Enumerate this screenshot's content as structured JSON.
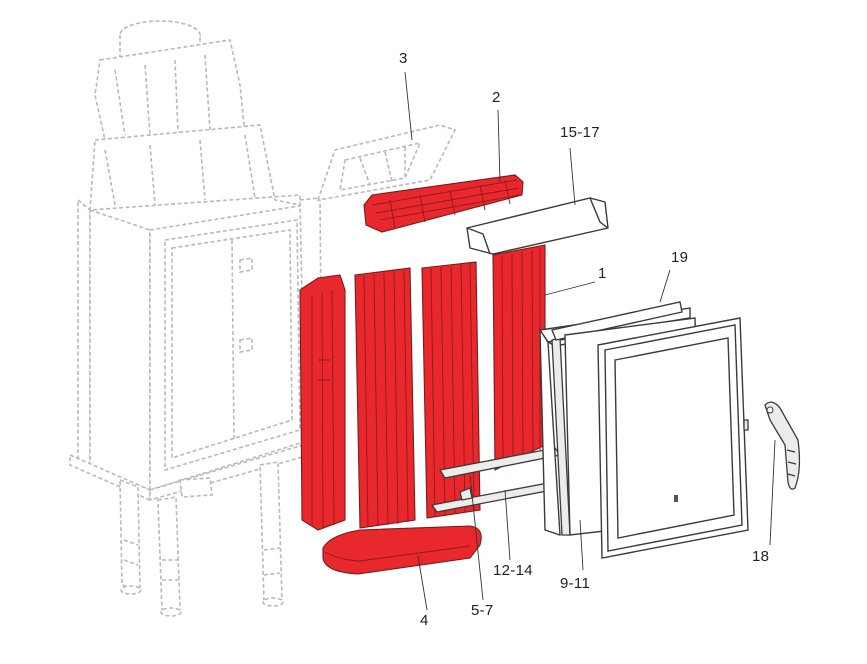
{
  "colors": {
    "highlight": "#e8282d",
    "outline_dark": "#3b3b3b",
    "outline_grey": "#b9b9b9",
    "label": "#222222"
  },
  "callouts": {
    "c1": "1",
    "c2": "2",
    "c3": "3",
    "c4": "4",
    "c5_7": "5-7",
    "c9_11": "9-11",
    "c12_14": "12-14",
    "c15_17": "15-17",
    "c18": "18",
    "c19": "19"
  }
}
